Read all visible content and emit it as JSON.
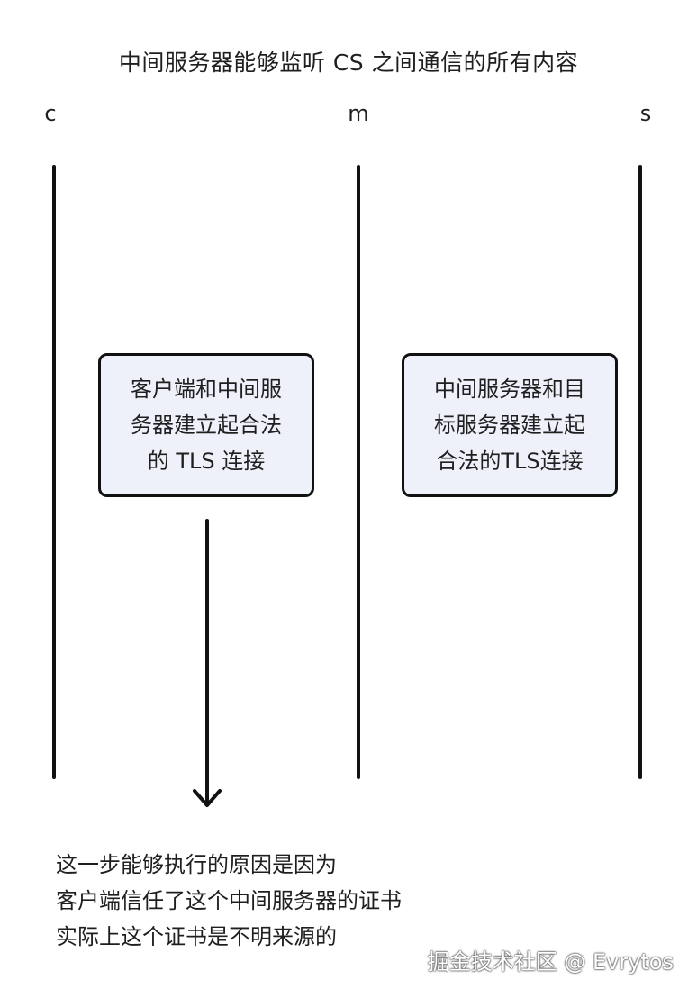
{
  "title": "中间服务器能够监听 CS 之间通信的所有内容",
  "lanes": {
    "c": "c",
    "m": "m",
    "s": "s"
  },
  "boxes": {
    "client_mitm": {
      "lines": [
        "客户端和中间服",
        "务器建立起合法",
        "的 TLS 连接"
      ]
    },
    "mitm_server": {
      "lines": [
        "中间服务器和目",
        "标服务器建立起",
        "合法的TLS连接"
      ]
    }
  },
  "note": {
    "lines": [
      "这一步能够执行的原因是因为",
      "客户端信任了这个中间服务器的证书",
      "实际上这个证书是不明来源的"
    ]
  },
  "watermark": "掘金技术社区 @ Evrytos",
  "colors": {
    "box_fill": "#eef1fa",
    "stroke": "#111111"
  }
}
